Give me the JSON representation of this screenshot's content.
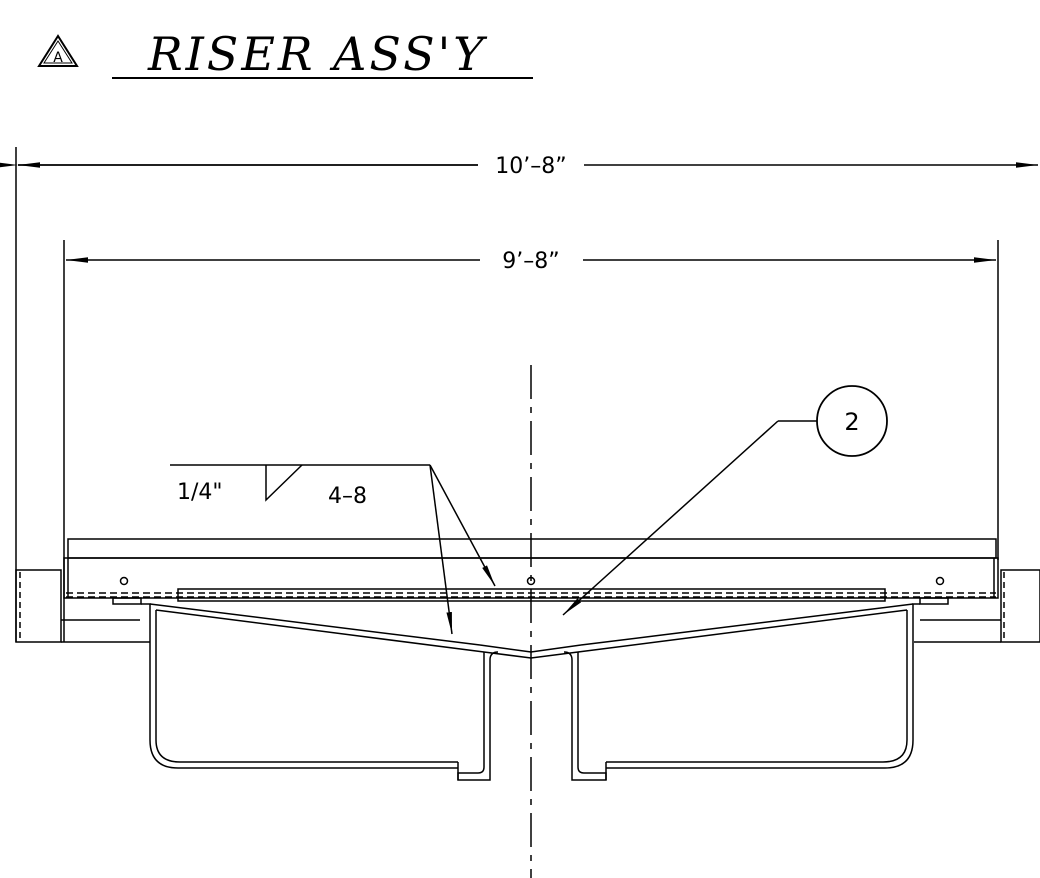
{
  "title": {
    "marker": "A",
    "text": "RISER ASS'Y"
  },
  "dimensions": {
    "overall": "10’–8”",
    "inner": "9’–8”"
  },
  "weld_symbol": {
    "size": "1/4\"",
    "spacing": "4–8"
  },
  "balloon": {
    "item": "2"
  },
  "colors": {
    "line": "#000000",
    "background": "#ffffff"
  }
}
